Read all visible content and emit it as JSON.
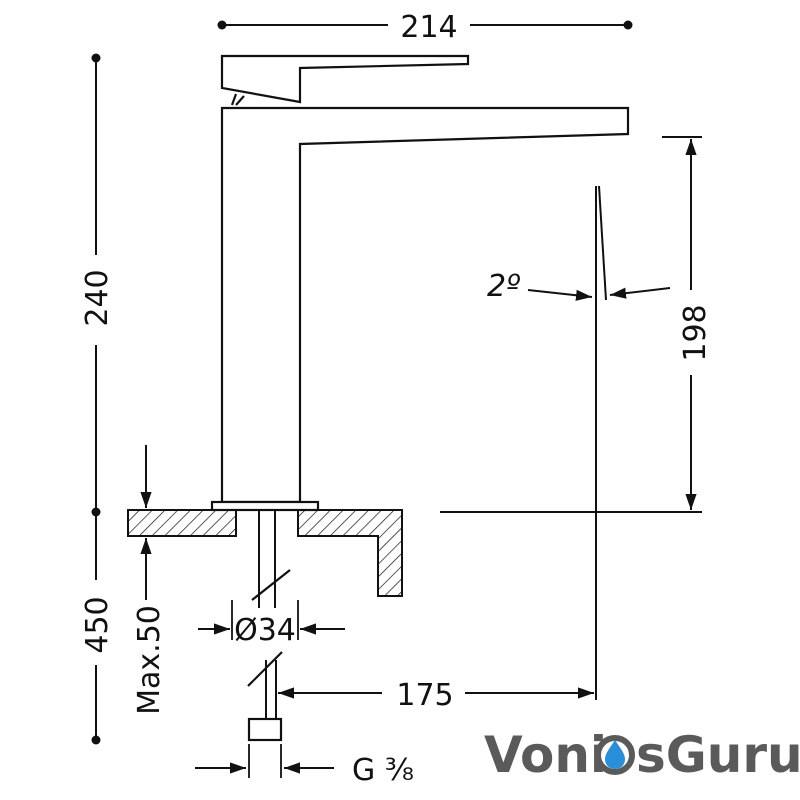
{
  "dimensions": {
    "overall_width": "214",
    "spout_height": "198",
    "overall_height": "240",
    "deck_max_thickness": "Max.50",
    "hose_length": "450",
    "hole_diameter": "Ø34",
    "spout_reach": "175",
    "connection_thread": "G ³⁄₈",
    "spray_angle": "2º"
  },
  "logo": {
    "part1": "Voni",
    "part2": "sGuru",
    "text_color": "#5a5a5a",
    "drop_color": "#2a8fd8"
  },
  "colors": {
    "line": "#111111",
    "background": "#ffffff"
  }
}
